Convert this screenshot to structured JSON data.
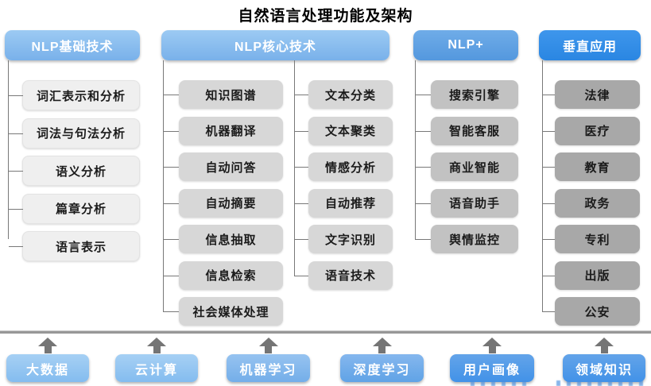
{
  "title": "自然语言处理功能及架构",
  "columns": {
    "basic": {
      "header": "NLP基础技术",
      "items": [
        "词汇表示和分析",
        "词法与句法分析",
        "语义分析",
        "篇章分析",
        "语言表示"
      ]
    },
    "core": {
      "header": "NLP核心技术",
      "left_items": [
        "知识图谱",
        "机器翻译",
        "自动问答",
        "自动摘要",
        "信息抽取",
        "信息检索",
        "社会媒体处理"
      ],
      "right_items": [
        "文本分类",
        "文本聚类",
        "情感分析",
        "自动推荐",
        "文字识别",
        "语音技术"
      ]
    },
    "plus": {
      "header": "NLP+",
      "items": [
        "搜索引擎",
        "智能客服",
        "商业智能",
        "语音助手",
        "舆情监控"
      ]
    },
    "vertical": {
      "header": "垂直应用",
      "items": [
        "法律",
        "医疗",
        "教育",
        "政务",
        "专利",
        "出版",
        "公安"
      ]
    }
  },
  "foundation": {
    "items": [
      "大数据",
      "云计算",
      "机器学习",
      "深度学习",
      "用户画像",
      "领域知识"
    ]
  },
  "colors": {
    "header_light_blue": "#84BCEF",
    "header_medium_blue": "#5C9FE2",
    "header_strong_blue": "#2E8BE6",
    "item_gray_basic": "#EFEFEF",
    "item_gray_core": "#D7D7D7",
    "item_gray_plus": "#C2C2C2",
    "item_gray_vertical": "#A8A8A8",
    "foundation_blue_light": "#8FC3F0",
    "foundation_blue_strong": "#4694E8",
    "connector_gray": "#787878",
    "arrow_gray": "#757575",
    "title_color": "#000000"
  }
}
